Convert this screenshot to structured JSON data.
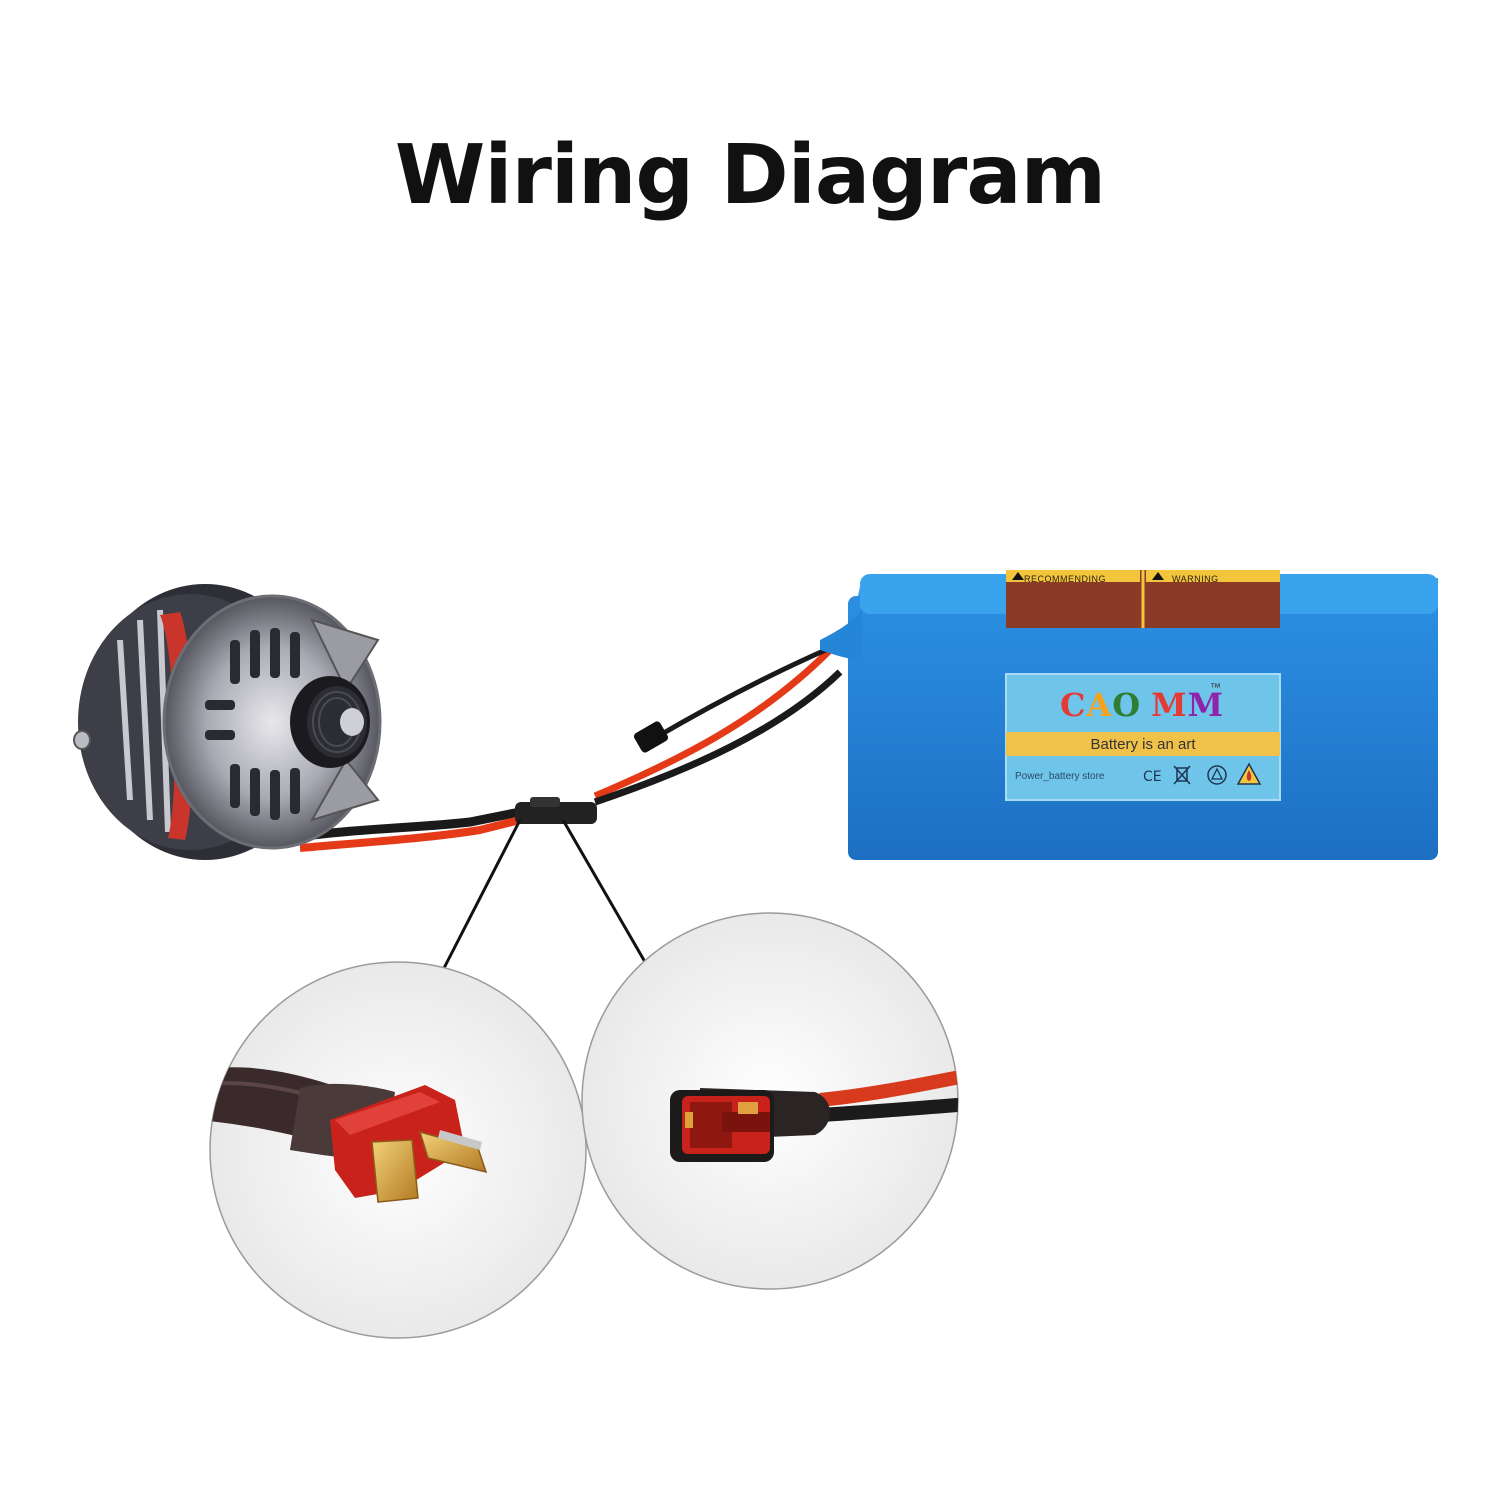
{
  "title": "Wiring Diagram",
  "battery_label": {
    "brand": {
      "parts": [
        "C",
        "A",
        "O",
        "M",
        "M"
      ]
    },
    "trademark": "™",
    "tagline": "Battery is an art",
    "store": "Power_battery store",
    "cert_marks": [
      "CE",
      "WEEE",
      "recycle",
      "flammable"
    ],
    "warning_labels": [
      "RECOMMENDING",
      "WARNING"
    ]
  },
  "colors": {
    "battery_blue": "#2a8fe0",
    "battery_blue_dark": "#1f72c4",
    "label_bg": "#6fc4ea",
    "tagline_band": "#f1c24a",
    "warning_panel": "#8b3a28",
    "warning_header": "#f2c53d",
    "cable_red": "#e53a18",
    "cable_black": "#1a1a1a",
    "connector_red": "#d7271c",
    "gold": "#d9a53a"
  },
  "icons": [
    "motor-image",
    "male-t-plug-image",
    "female-t-plug-image"
  ]
}
